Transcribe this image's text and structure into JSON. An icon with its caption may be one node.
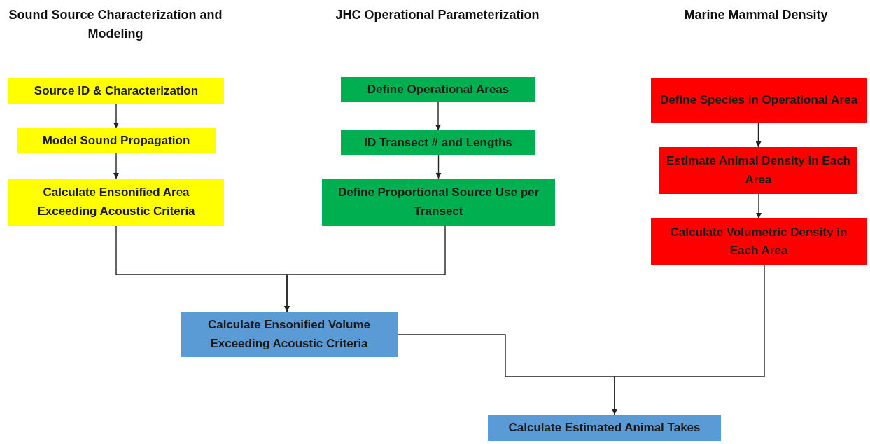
{
  "diagram": {
    "nodes": [
      {
        "text": [
          "Source ID & Characterization"
        ]
      },
      {
        "text": [
          "Model Sound Propagation"
        ]
      },
      {
        "text": [
          "Calculate Ensonified Area Exceeding Acoustic Criteria"
        ]
      },
      {
        "text": [
          "Define Operational Areas"
        ]
      },
      {
        "text": [
          "ID Transect # and Lengths"
        ]
      },
      {
        "text": [
          "Define Proportional Source Use per Transect"
        ]
      },
      {
        "text": [
          "Define Species in Operational Area"
        ]
      },
      {
        "text": [
          "Estimate Animal Density in Each Area"
        ]
      },
      {
        "text": [
          "Calculate Volumetric Density in Each Area"
        ]
      },
      {
        "text": [
          "Calculate Ensonified Volume Exceeding Acoustic Criteria"
        ]
      },
      {
        "text": [
          "Calculate Estimated Animal Takes"
        ]
      }
    ],
    "edges": [
      {
        "from": 0,
        "to": 1,
        "arrow": "to"
      },
      {
        "from": 1,
        "to": 2,
        "arrow": "to"
      },
      {
        "from": 3,
        "to": 4,
        "arrow": "to"
      },
      {
        "from": 4,
        "to": 5,
        "arrow": "to"
      },
      {
        "from": 6,
        "to": 7,
        "arrow": "to"
      },
      {
        "from": 7,
        "to": 8,
        "arrow": "to"
      },
      {
        "from": 2,
        "to": 9,
        "arrow": "to"
      },
      {
        "from": 5,
        "to": 9,
        "arrow": "to"
      },
      {
        "from": 9,
        "to": 10,
        "arrow": "to"
      },
      {
        "from": 8,
        "to": 10,
        "arrow": "to"
      }
    ],
    "labels": [
      "Sound Source Characterization and Modeling",
      "JHC Operational Parameterization",
      "Marine Mammal Density"
    ]
  }
}
